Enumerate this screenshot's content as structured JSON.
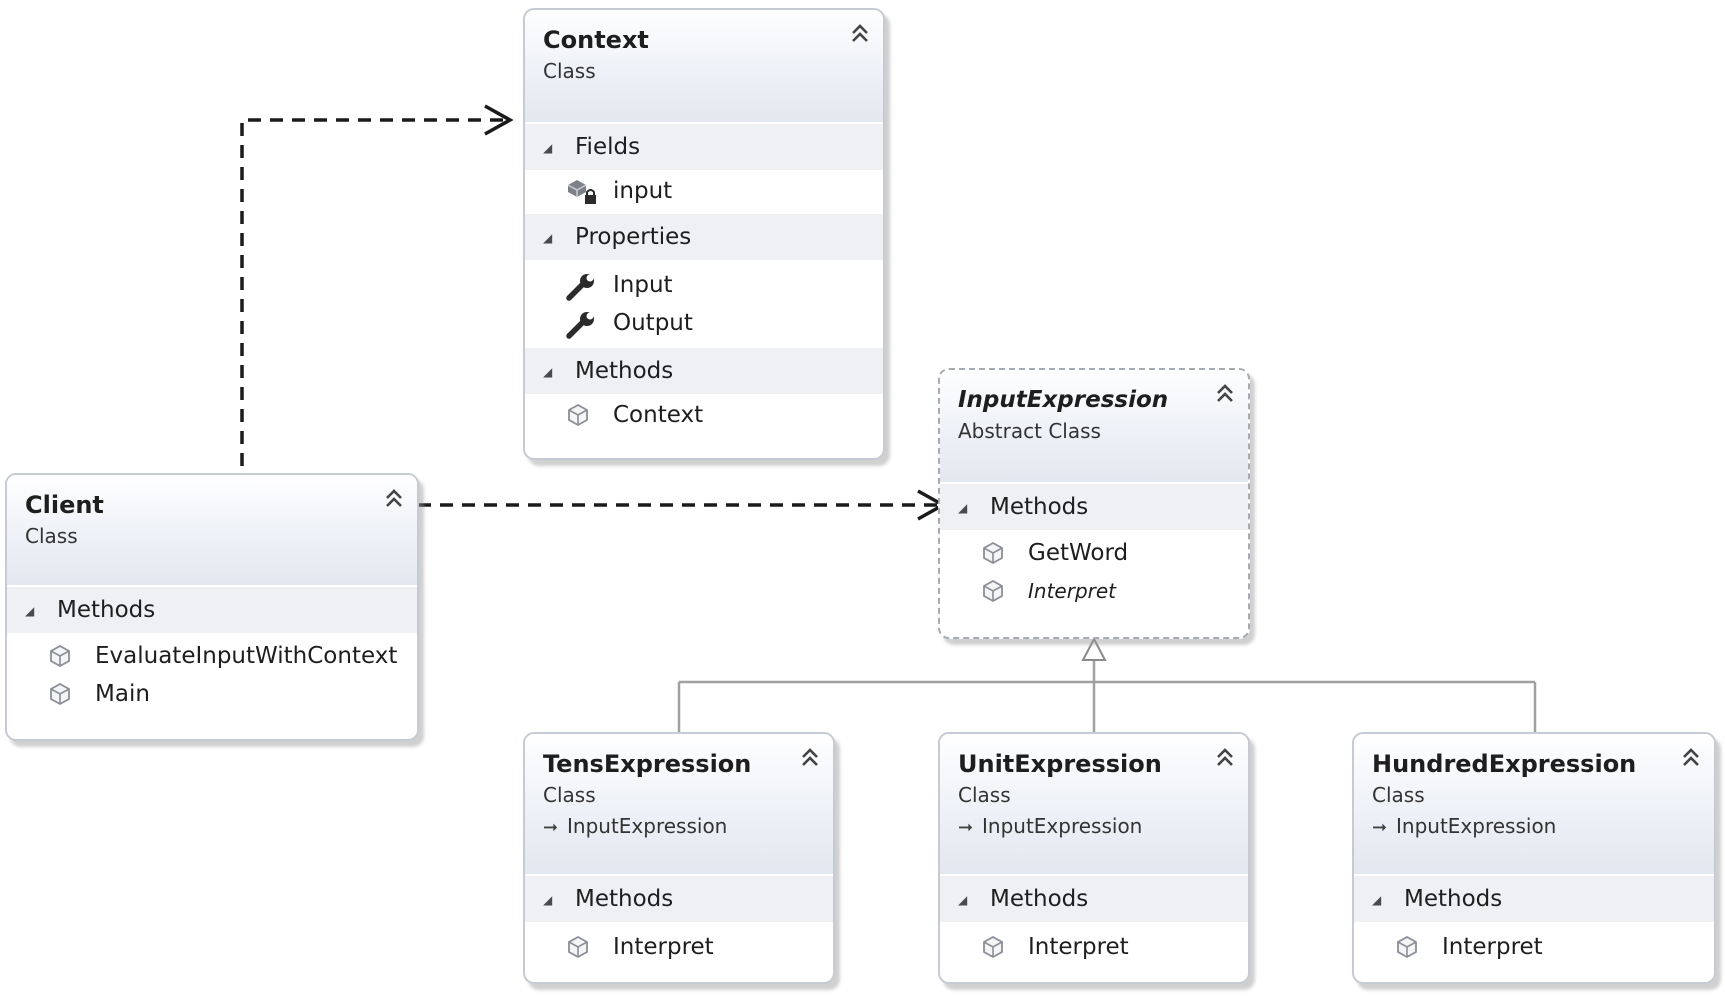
{
  "classes": {
    "context": {
      "name": "Context",
      "kind": "Class",
      "sections": [
        {
          "label": "Fields",
          "members": [
            {
              "name": "input",
              "icon": "private-field-icon"
            }
          ]
        },
        {
          "label": "Properties",
          "members": [
            {
              "name": "Input",
              "icon": "wrench-property-icon"
            },
            {
              "name": "Output",
              "icon": "wrench-property-icon"
            }
          ]
        },
        {
          "label": "Methods",
          "members": [
            {
              "name": "Context",
              "icon": "method-cube-icon"
            }
          ]
        }
      ]
    },
    "client": {
      "name": "Client",
      "kind": "Class",
      "sections": [
        {
          "label": "Methods",
          "members": [
            {
              "name": "EvaluateInputWithContext",
              "icon": "method-cube-icon"
            },
            {
              "name": "Main",
              "icon": "method-cube-icon"
            }
          ]
        }
      ]
    },
    "input_expression": {
      "name": "InputExpression",
      "kind": "Abstract Class",
      "sections": [
        {
          "label": "Methods",
          "members": [
            {
              "name": "GetWord",
              "icon": "method-cube-icon"
            },
            {
              "name": "Interpret",
              "icon": "method-cube-icon",
              "italic": true
            }
          ]
        }
      ]
    },
    "tens_expression": {
      "name": "TensExpression",
      "kind": "Class",
      "base": "InputExpression",
      "sections": [
        {
          "label": "Methods",
          "members": [
            {
              "name": "Interpret",
              "icon": "method-cube-icon"
            }
          ]
        }
      ]
    },
    "unit_expression": {
      "name": "UnitExpression",
      "kind": "Class",
      "base": "InputExpression",
      "sections": [
        {
          "label": "Methods",
          "members": [
            {
              "name": "Interpret",
              "icon": "method-cube-icon"
            }
          ]
        }
      ]
    },
    "hundred_expression": {
      "name": "HundredExpression",
      "kind": "Class",
      "base": "InputExpression",
      "sections": [
        {
          "label": "Methods",
          "members": [
            {
              "name": "Interpret",
              "icon": "method-cube-icon"
            }
          ]
        }
      ]
    }
  },
  "relationships": [
    {
      "type": "dependency",
      "from": "Client",
      "to": "Context"
    },
    {
      "type": "dependency",
      "from": "Client",
      "to": "InputExpression"
    },
    {
      "type": "inheritance",
      "from": "TensExpression",
      "to": "InputExpression"
    },
    {
      "type": "inheritance",
      "from": "UnitExpression",
      "to": "InputExpression"
    },
    {
      "type": "inheritance",
      "from": "HundredExpression",
      "to": "InputExpression"
    }
  ],
  "icons": {
    "collapse": "double-chevron-up-icon",
    "expand_section": "small-triangle-icon",
    "base_type": "inherits-arrow-icon"
  },
  "colors": {
    "line": "#1a1a1a",
    "inheritance_line": "#a0a0a0",
    "section_band": "#eef0f4",
    "border": "#c6cad2"
  }
}
